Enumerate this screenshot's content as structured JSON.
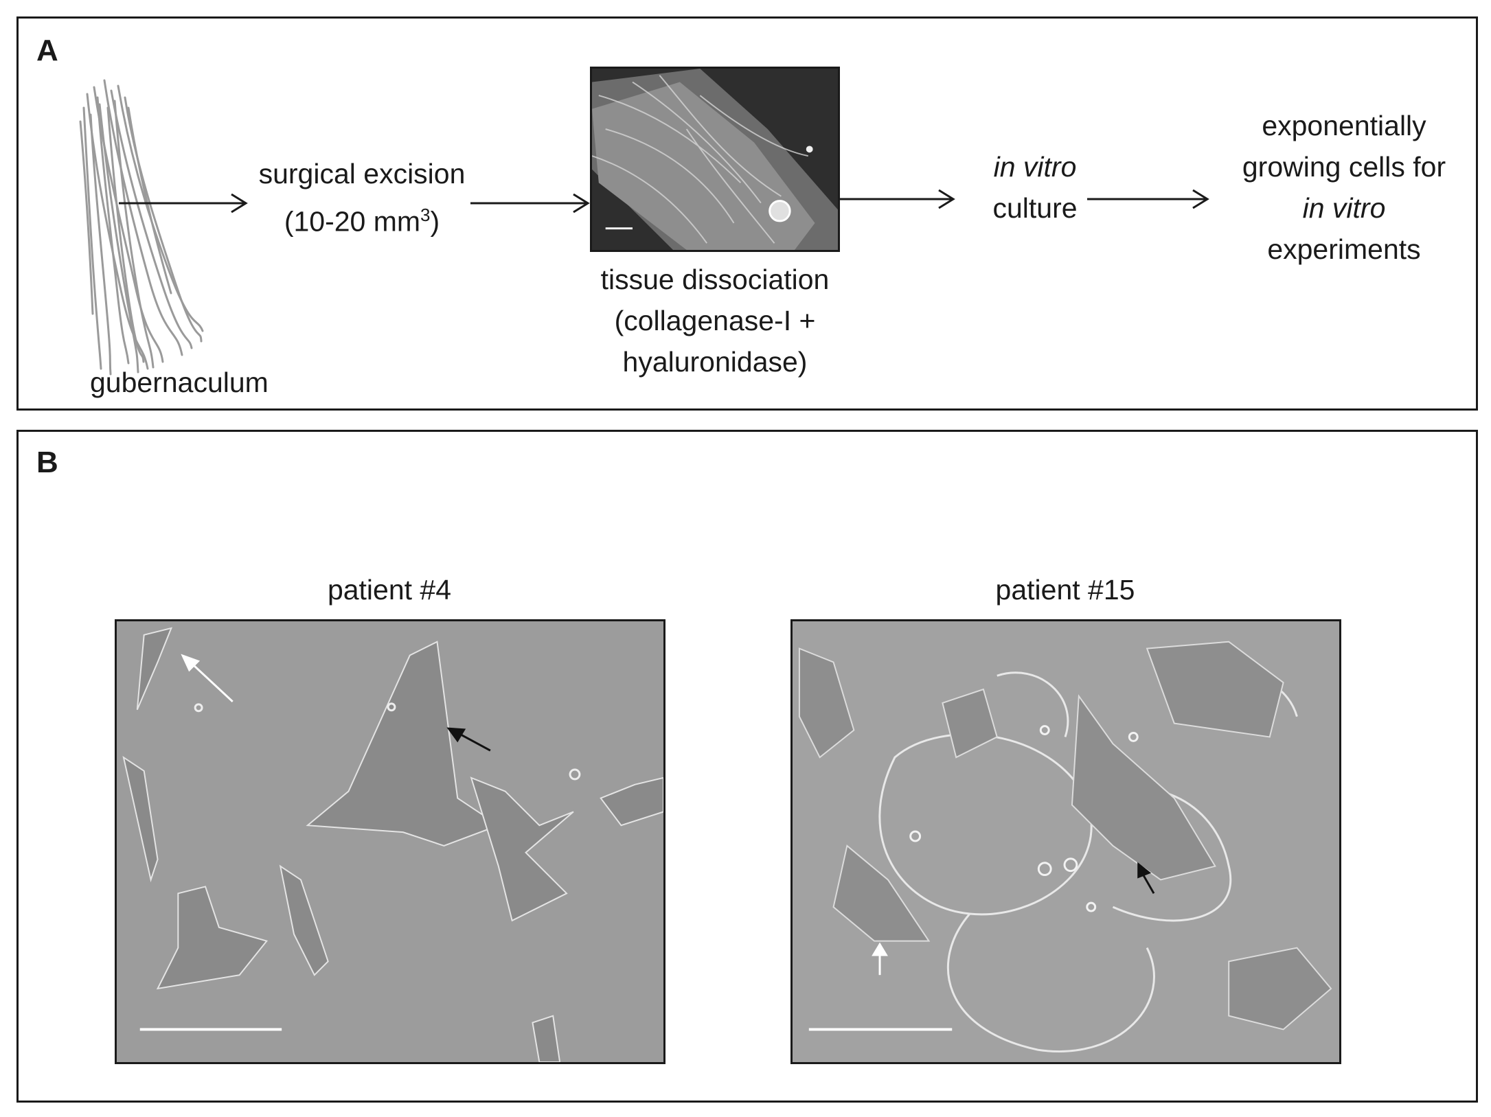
{
  "panel_a": {
    "letter": "A",
    "gubernaculum_label": "gubernaculum",
    "excision": {
      "line1": "surgical excision",
      "line2_prefix": "(10-20 mm",
      "line2_sup": "3",
      "line2_suffix": ")"
    },
    "dissociation": {
      "line1": "tissue dissociation",
      "line2": "(collagenase-I +",
      "line3": "hyaluronidase)"
    },
    "culture": {
      "line1_italic": "in vitro",
      "line2": "culture"
    },
    "result": {
      "line1": "exponentially",
      "line2": "growing cells for",
      "line3_italic": "in vitro",
      "line4": "experiments"
    }
  },
  "panel_b": {
    "letter": "B",
    "left_title": "patient #4",
    "right_title": "patient #15"
  },
  "colors": {
    "frame": "#1a1a1a",
    "micrograph_bg": "#9c9c9c",
    "tissue_bg": "#2e2e2e",
    "fiber": "#9a9a9a"
  }
}
